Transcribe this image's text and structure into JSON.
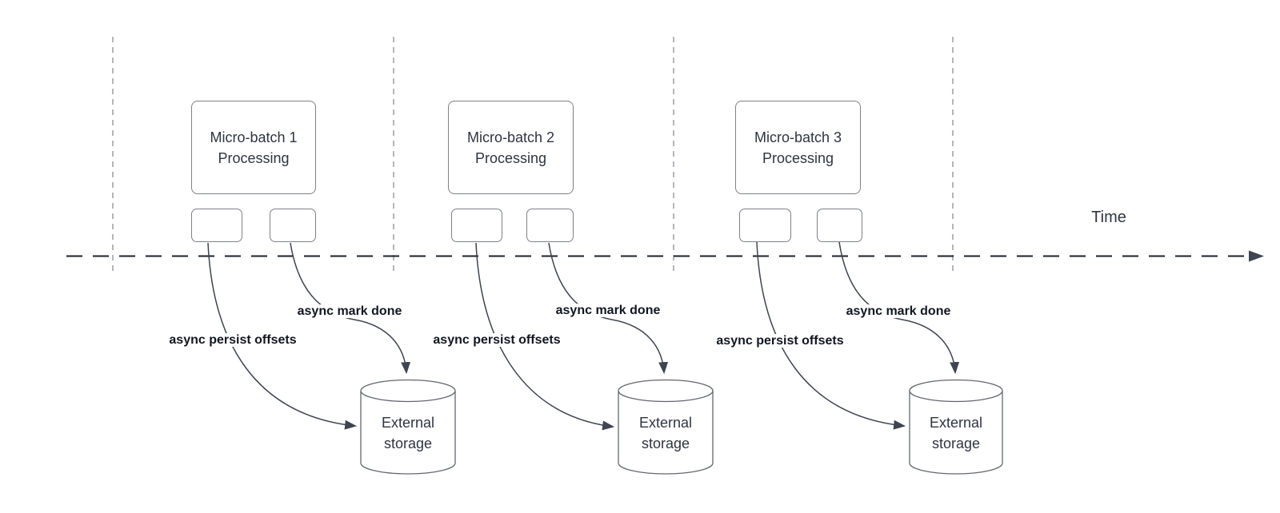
{
  "time_axis": {
    "label": "Time"
  },
  "groups": [
    {
      "processing_label": "Micro-batch 1\nProcessing",
      "persist_label": "async persist offsets",
      "mark_done_label": "async mark done",
      "storage_label": "External\nstorage"
    },
    {
      "processing_label": "Micro-batch 2\nProcessing",
      "persist_label": "async persist offsets",
      "mark_done_label": "async mark done",
      "storage_label": "External\nstorage"
    },
    {
      "processing_label": "Micro-batch 3\nProcessing",
      "persist_label": "async persist offsets",
      "mark_done_label": "async mark done",
      "storage_label": "External\nstorage"
    }
  ],
  "colors": {
    "line": "#3e4450",
    "timeline": "#1b202a",
    "guide": "#b3b6ba",
    "shape_border": "#7d8187",
    "cylinder_border": "#63676e",
    "text": "#2e3542",
    "label": "#111722"
  }
}
